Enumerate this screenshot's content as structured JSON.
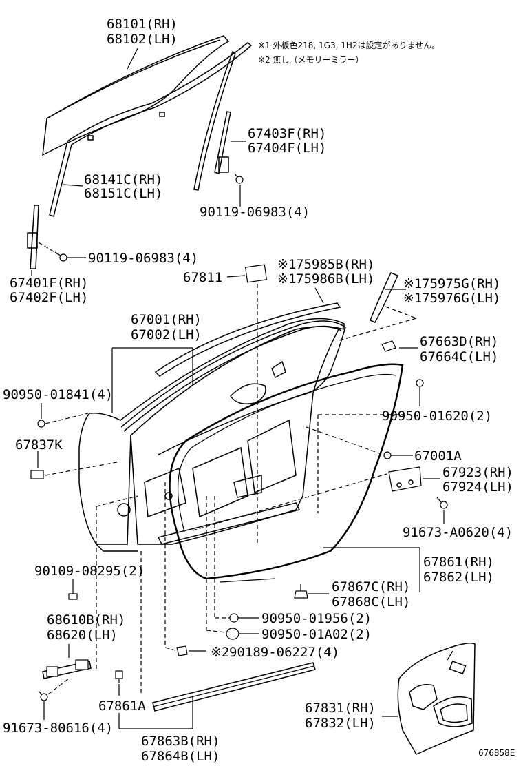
{
  "notes": {
    "note1": "※1 外板色218, 1G3, 1H2は設定がありません。",
    "note2": "※2 無し（メモリーミラー）"
  },
  "labels": {
    "p68101": "68101(RH)",
    "p68102": "68102(LH)",
    "p67403f": "67403F(RH)",
    "p67404f": "67404F(LH)",
    "p68141c": "68141C(RH)",
    "p68151c": "68151C(LH)",
    "p90119a": "90119-06983(4)",
    "p90119b": "90119-06983(4)",
    "p67401f": "67401F(RH)",
    "p67402f": "67402F(LH)",
    "p67811": "67811",
    "p75985b": "75985B(RH)",
    "p75986b": "75986B(LH)",
    "p75975g": "75975G(RH)",
    "p75976g": "75976G(LH)",
    "mark1a": "※1",
    "mark1b": "※1",
    "mark1c": "※1",
    "mark1d": "※1",
    "p67001": "67001(RH)",
    "p67002": "67002(LH)",
    "p67663d": "67663D(RH)",
    "p67664c": "67664C(LH)",
    "p90950_01841": "90950-01841(4)",
    "p90950_01620": "90950-01620(2)",
    "p67837k": "67837K",
    "p67001a": "67001A",
    "p67923": "67923(RH)",
    "p67924": "67924(LH)",
    "p91673_a0620": "91673-A0620(4)",
    "p90109": "90109-08295(2)",
    "p67861": "67861(RH)",
    "p67862": "67862(LH)",
    "p67867c": "67867C(RH)",
    "p67868c": "67868C(LH)",
    "p68610b": "68610B(RH)",
    "p68620": "68620(LH)",
    "p90950_01956": "90950-01956(2)",
    "p90950_01a02": "90950-01A02(2)",
    "mark2": "※2",
    "p90189": "90189-06227(4)",
    "p67861a": "67861A",
    "p67831": "67831(RH)",
    "p67832": "67832(LH)",
    "p91673_80616": "91673-80616(4)",
    "p67863b": "67863B(RH)",
    "p67864b": "67864B(LH)",
    "figure_no": "676858E"
  }
}
